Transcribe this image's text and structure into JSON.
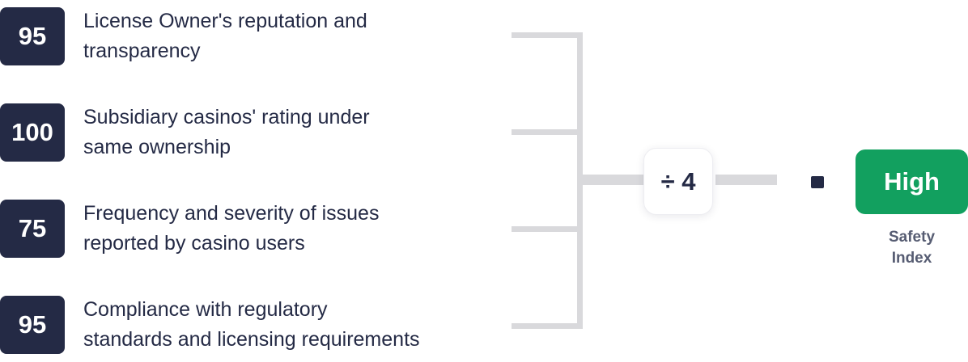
{
  "diagram": {
    "title": "safety-index-calculation",
    "factors": [
      {
        "score": "95",
        "label": "License Owner's reputation and\ntransparency"
      },
      {
        "score": "100",
        "label": "Subsidiary casinos' rating under\nsame ownership"
      },
      {
        "score": "75",
        "label": "Frequency and severity of issues\nreported by casino users"
      },
      {
        "score": "95",
        "label": "Compliance with regulatory\nstandards and licensing requirements"
      }
    ],
    "operation": {
      "label": "÷ 4"
    },
    "result": {
      "badge_label": "High",
      "caption": "Safety\nIndex"
    },
    "colors": {
      "navy": "#242A45",
      "line_gray": "#D9D9DC",
      "green": "#12A05F",
      "white": "#FFFFFF",
      "caption_gray": "#565C72"
    }
  }
}
